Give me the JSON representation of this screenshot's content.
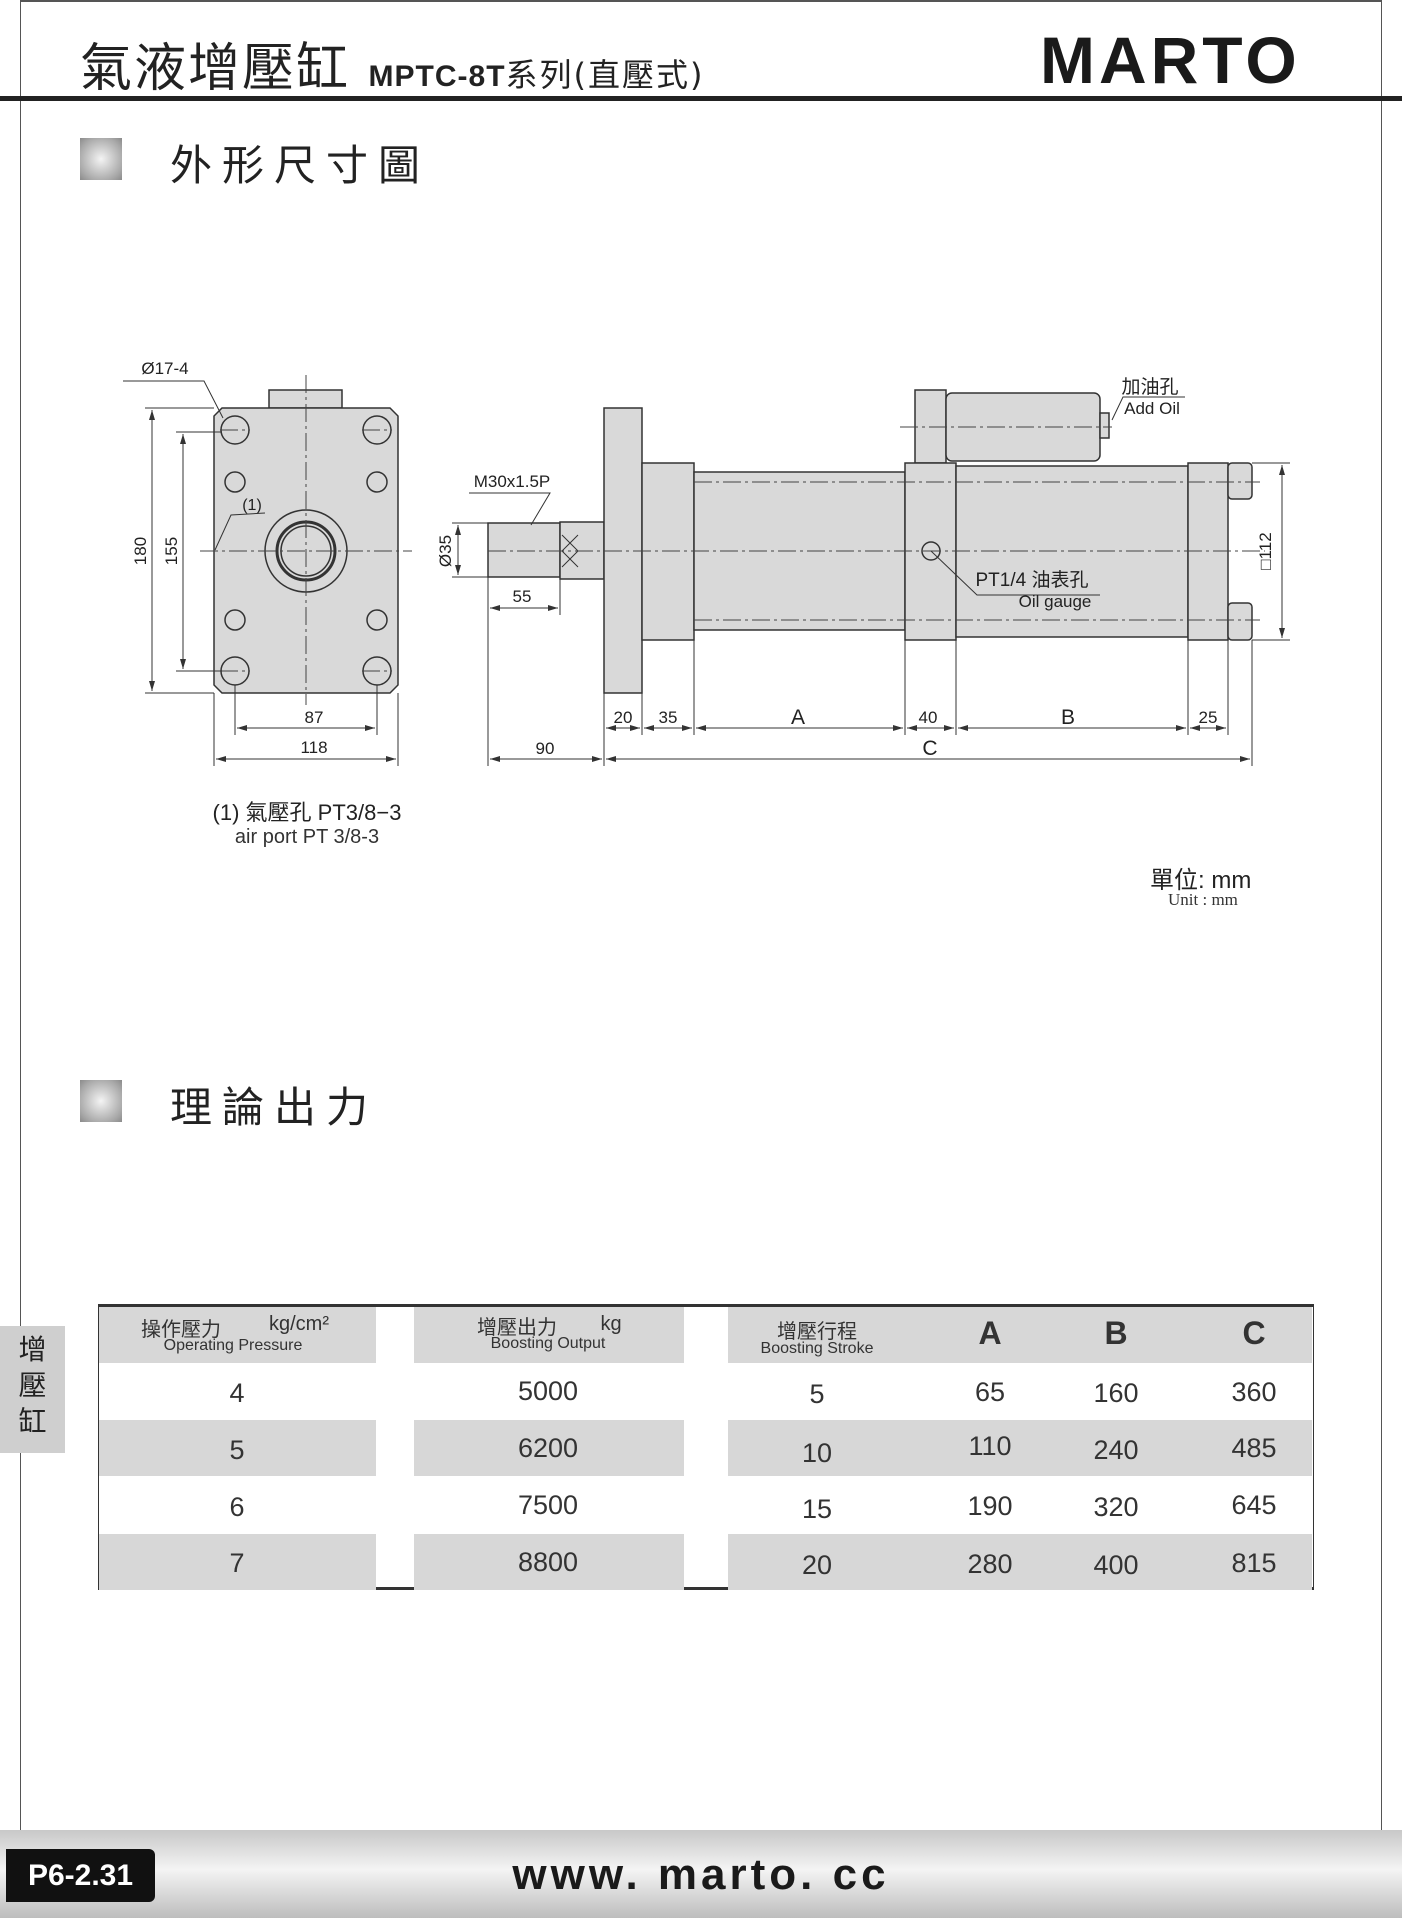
{
  "header": {
    "title_cn": "氣液增壓缸",
    "model": "MPTC-8T",
    "series": "系列(直壓式)",
    "brand": "MARTO"
  },
  "sections": {
    "dimensions_title": "外形尺寸圖",
    "output_title": "理論出力"
  },
  "drawing": {
    "hole_spec": "Ø17-4",
    "air_port_ref": "(1)",
    "dim_180": "180",
    "dim_155": "155",
    "dim_87": "87",
    "dim_118": "118",
    "thread": "M30x1.5P",
    "dia_35": "Ø35",
    "dim_55": "55",
    "square_112": "□112",
    "add_oil_cn": "加油孔",
    "add_oil_en": "Add Oil",
    "oil_gauge_cn": "PT1/4 油表孔",
    "oil_gauge_en": "Oil gauge",
    "dim_20": "20",
    "dim_35": "35",
    "dim_A": "A",
    "dim_40": "40",
    "dim_B": "B",
    "dim_25": "25",
    "dim_90": "90",
    "dim_C": "C",
    "note_cn": "(1) 氣壓孔 PT3/8−3",
    "note_en": "air port PT 3/8-3",
    "unit_cn": "單位: mm",
    "unit_en": "Unit : mm"
  },
  "table": {
    "headers": {
      "pressure_cn": "操作壓力",
      "pressure_unit": "kg/cm²",
      "pressure_en": "Operating Pressure",
      "output_cn": "增壓出力",
      "output_unit": "kg",
      "output_en": "Boosting Output",
      "stroke_cn": "增壓行程",
      "stroke_en": "Boosting Stroke",
      "a": "A",
      "b": "B",
      "c": "C"
    },
    "rows": [
      {
        "pressure": "4",
        "output": "5000",
        "stroke": "5",
        "a": "65",
        "b": "160",
        "c": "360"
      },
      {
        "pressure": "5",
        "output": "6200",
        "stroke": "10",
        "a": "110",
        "b": "240",
        "c": "485"
      },
      {
        "pressure": "6",
        "output": "7500",
        "stroke": "15",
        "a": "190",
        "b": "320",
        "c": "645"
      },
      {
        "pressure": "7",
        "output": "8800",
        "stroke": "20",
        "a": "280",
        "b": "400",
        "c": "815"
      }
    ]
  },
  "side_tab": {
    "chars": [
      "增",
      "壓",
      "缸"
    ]
  },
  "footer": {
    "page_number": "P6-2.31",
    "url": "www. marto. cc"
  }
}
